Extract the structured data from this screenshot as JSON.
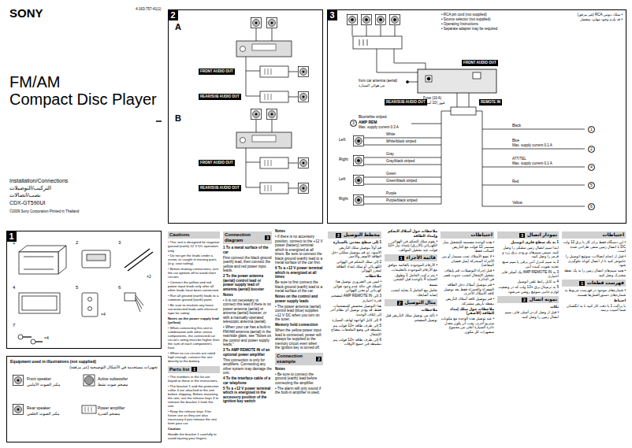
{
  "diagram": {
    "nodes": [
      {
        "text": [
          "1"
        ]
      },
      {
        "text": [
          "Equipment used in illustrations (not supplied)",
          "تجهيزات مستخدمة في الأشكال التوضيحية (غير مرفقة)"
        ]
      },
      {
        "text": [
          "2"
        ]
      },
      {
        "text": [
          "FRONT AUDIO OUT"
        ],
        "in": 2
      },
      {
        "text": [
          "REAR/SUB AUDIO OUT"
        ],
        "in": 2
      },
      {
        "text": [
          "FRONT AUDIO OUT"
        ],
        "in": 2
      },
      {
        "text": [
          "REAR/SUB AUDIO OUT"
        ],
        "in": 2
      },
      {
        "text": [
          "3"
        ]
      },
      {
        "text": [
          "FRONT AUDIO OUT"
        ],
        "in": 7
      },
      {
        "text": [
          "REAR/SUB AUDIO OUT"
        ],
        "in": 7
      },
      {
        "text": [
          "REMOTE IN"
        ],
        "in": 7
      },
      {
        "text": [
          "Cautions"
        ]
      },
      {
        "text": [
          "Parts list",
          "1"
        ]
      },
      {
        "text": [
          "Connection diagram",
          "3"
        ]
      },
      {
        "text": [
          "Connection example",
          "2"
        ]
      },
      {
        "text": [
          "مخطط التوصيل",
          "3"
        ]
      },
      {
        "text": [
          "قائمة الأجزاء",
          "1"
        ]
      },
      {
        "text": [
          "مثال التوصيل",
          "2"
        ]
      },
      {
        "text": [
          "احتياطات"
        ]
      },
      {
        "text": [
          "نمودار اتصال",
          "3"
        ]
      },
      {
        "text": [
          "نمونه اتصال",
          "2"
        ]
      },
      {
        "text": [
          "احتیاطات"
        ]
      },
      {
        "text": [
          "فهرست قطعات",
          "1"
        ]
      }
    ],
    "labels": [
      "SONY",
      "4-163-757-41(1)",
      "FM/AM",
      "Compact Disc Player",
      "Installation/Connections",
      "التركيب/التوصيلات",
      "نصب/اتصالات",
      "CDX-GT590UI",
      "©2009 Sony Corporation Printed in Thailand",
      "A",
      "B",
      "1",
      "2",
      "3",
      "×2",
      "4",
      "5",
      "6",
      "×4",
      "7",
      "×4",
      "Front speaker",
      "مكبر الصوت الأمامي",
      "Active subwoofer",
      "مضخم صوت نشط",
      "Rear speaker",
      "مكبر الصوت الخلفي",
      "Power amplifier",
      "مضخم القدرة",
      "• RCA pin cord (not supplied)",
      "• Source selector (not supplied)",
      "• Operating Instructions",
      "• Separate adapter may be required",
      "• سلك دبوس RCA (غير مرفق)",
      "• قد يلزم وجود مهايئ منفصل",
      "from car antenna (aerial)",
      "من هوائي السيارة",
      "Fuse (10 A)",
      "فيوز (10 أمبير)",
      "Max. supply current 0.3 A",
      "Left",
      "Right",
      "Left",
      "Right",
      "White",
      "White/black striped",
      "Gray",
      "Gray/black striped",
      "Green",
      "Green/black striped",
      "Purple",
      "Purple/black striped",
      "Black",
      "Blue",
      "Max. supply current 0.1 A",
      "Red",
      "Yellow",
      "Max. supply current 0.1 A",
      "1",
      "2",
      "3",
      "4",
      "5",
      "6",
      "Blue/white striped",
      "AMP REM",
      "ATT/TEL",
      "• This unit is designed for negative ground (earth) 12 V DC operation only.",
      "• Do not get the leads under a screw, or caught in moving parts (e.g. seat railing).",
      "• Before making connections, turn the car ignition off to avoid short circuits.",
      "• Connect the yellow and red power input leads only after all other leads have been connected.",
      "• Run all ground (earth) leads to a common ground (earth) point.",
      "• Be sure to insulate any loose unconnected leads with electrical tape for safety.",
      "Notes on the power supply lead (yellow)",
      "• When connecting this unit in combination with other stereo components, the connected car circuit's rating must be higher than the sum of each component's fuse.",
      "• When no car circuits are rated high enough, connect the unit directly to the battery.",
      "• The numbers in the list are keyed to those in the instructions.",
      "• The bracket 1 and the protection collar 4 are attached to the unit before shipping. Before mounting the unit, use the release keys 3 to remove the bracket 1 from the unit.",
      "• Keep the release keys 3 for future use as they are also necessary if you remove the unit from your car.",
      "Caution",
      "Handle the bracket 1 carefully to avoid injuring your fingers.",
      "1 To a metal surface of the car",
      "First connect the black ground (earth) lead, then connect the yellow and red power input leads.",
      "2 To the power antenna (aerial) control lead or power supply lead of antenna (aerial) booster",
      "Notes",
      "• It is not necessary to connect this lead if there is no power antenna (aerial) or antenna (aerial) booster, or with a manually-operated telescopic antenna (aerial).",
      "• When your car has a built-in FM/AM antenna (aerial) in the rear/side glass, see \"Notes on the control and power supply leads.\"",
      "3 To AMP REMOTE IN of an optional power amplifier",
      "This connection is only for amplifiers. Connecting any other system may damage the unit.",
      "4 To the interface cable of a car telephone",
      "5 To a +12 V power terminal which is energized in the accessory position of the ignition key switch",
      "Notes",
      "• If there is no accessory position, connect to the +12 V power (battery) terminal which is energized at all times. Be sure to connect the black ground (earth) lead to a metal surface of the car first.",
      "6 To a +12 V power terminal which is energized at all times",
      "Be sure to first connect the black ground (earth) lead to a metal surface of the car.",
      "Notes on the control and power supply leads",
      "• The power antenna (aerial) control lead (blue) supplies +12 V DC when you turn on the tuner.",
      "Memory hold connection",
      "When the yellow power input lead is connected, power will always be supplied to the memory circuit even when the ignition key is turned off.",
      "Notes",
      "• Be sure to connect the ground (earth) lead before connecting the amplifier.",
      "• The alarm will only sound if the built-in amplifier is used.",
      "1 إلى سطح معدني بالسيارة",
      "قم أولاً بتوصيل سلك التأريض الأسود، ثم قم بتوصيل سلكي دخل الطاقة الأصفر والأحمر.",
      "2 إلى سلك التحكم في الهوائي الكهربائي أو سلك إمداد الطاقة لمعزز الهوائي",
      "ملاحظات",
      "• ليس من الضروري توصيل هذا السلك في حالة عدم وجود هوائي كهربائي أو معزز للهوائي.",
      "3 إلى AMP REMOTE IN لمضخم قدرة اختياري",
      "هذا التوصيل مخصص للمضخمات فقط. قد يؤدي توصيل أي نظام آخر إلى إتلاف الوحدة.",
      "4 إلى كابل الواجهة لهاتف السيارة",
      "5 إلى طرف طاقة +12 فولت يتم تنشيطه في وضع الملحقات بمفتاح الإشعال",
      "6 إلى طرف طاقة +12 فولت يتم تنشيطه في جميع الأوقات",
      "ملاحظات حول أسلاك التحكم وإمداد الطاقة",
      "• يقوم سلك التحكم في الهوائي الكهربائي (الأزرق) بإمداد تيار +12 فولت عند تشغيل الموالف.",
      "• الأرقام الموجودة بالقائمة تتوافق مع الأرقام الموجودة بالتعليمات.",
      "• يتم تركيب الحامل 1 وطوق الحماية 4 بالوحدة قبل الشحن.",
      "تنبيه",
      "تعامل مع الحامل 1 بعناية لتجنب إصابة أصابعك.",
      "ملاحظات",
      "• تأكد من توصيل سلك التأريض قبل توصيل المضخم.",
      "• هذه الوحدة مصممة للتشغيل بتيار مستمر 12 فولت مع التأريض السالب فقط.",
      "• لا تضع الأسلاك تحت مسمار أو بين الأجزاء المتحركة (مثل قضبان المقاعد).",
      "• قبل إجراء التوصيلات، قم بإيقاف تشغيل الإشعال لتجنب حدوث قصر في الدائرة.",
      "• قم بتوصيل أسلاك دخل الطاقة الصفراء والحمراء فقط بعد توصيل كافة الأسلاك الأخرى.",
      "• قم بتوصيل كافة أسلاك التأريض بنقطة تأريض مشتركة.",
      "ملاحظات حول سلك إمداد الطاقة (الأصفر)",
      "• عند توصيل هذه الوحدة مع مكونات ستريو أخرى، يجب أن يكون معدل دائرة السيارة أعلى من مجموع منصهرات كل مكون.",
      "1 به یک سطح فلزی اتومبیل",
      "ابتدا سیم اتصال زمین مشکی را وصل کنید، سپس سیم‌های ورودی برق زرد و قرمز را وصل کنید.",
      "2 به سیم کنترل آنتن برقی یا سیم منبع تغذیه تقویت کننده آنتن",
      "3 به AMP REMOTE IN یک آمپلی فایر اختیاری",
      "4 به کابل رابط تلفن اتومبیل",
      "5 به ترمینال برق +12 ولت که در وضعیت لوازم جانبی سوئیچ روشن می‌شود",
      "نکات",
      "• قبل از وصل کردن آمپلی فایر، سیم اتصال زمین را وصل کنید.",
      "• این دستگاه فقط برای کار با برق 12 ولت DC با اتصال زمین منفی طراحی شده است.",
      "• قبل از انجام اتصالات، سوئیچ اتومبیل را خاموش کنید تا از اتصال کوتاه جلوگیری شود.",
      "• همه سیم‌های اتصال زمین را به یک نقطه مشترک وصل کنید.",
      "• شماره‌های موجود در فهرست مربوط به شماره‌های دستورالعمل‌ها هستند.",
      "احتیاط",
      "با براکت 1 با دقت کار کنید تا به انگشتان شما آسیب نرسد."
    ]
  }
}
